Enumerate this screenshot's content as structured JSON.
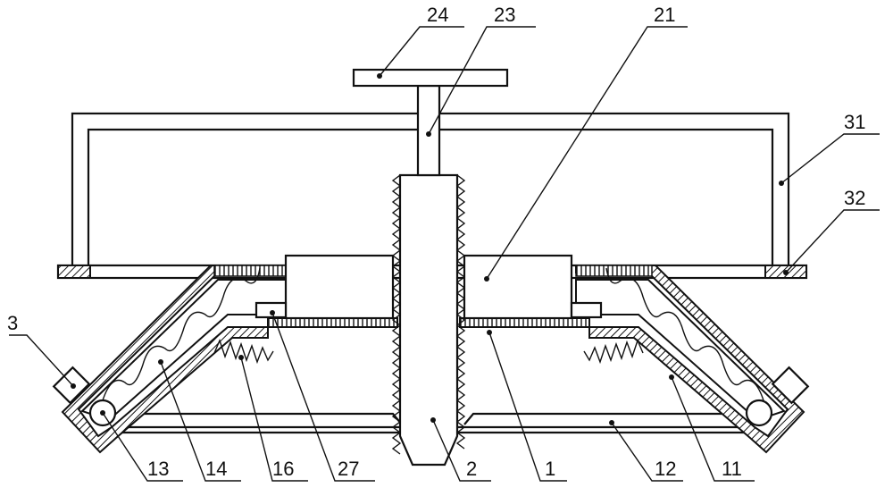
{
  "labels": {
    "l24": "24",
    "l23": "23",
    "l21": "21",
    "l31": "31",
    "l32": "32",
    "l3": "3",
    "l13": "13",
    "l14": "14",
    "l16": "16",
    "l27": "27",
    "l2": "2",
    "l1": "1",
    "l12": "12",
    "l11": "11"
  },
  "colors": {
    "line": "#111111",
    "background": "#ffffff"
  }
}
